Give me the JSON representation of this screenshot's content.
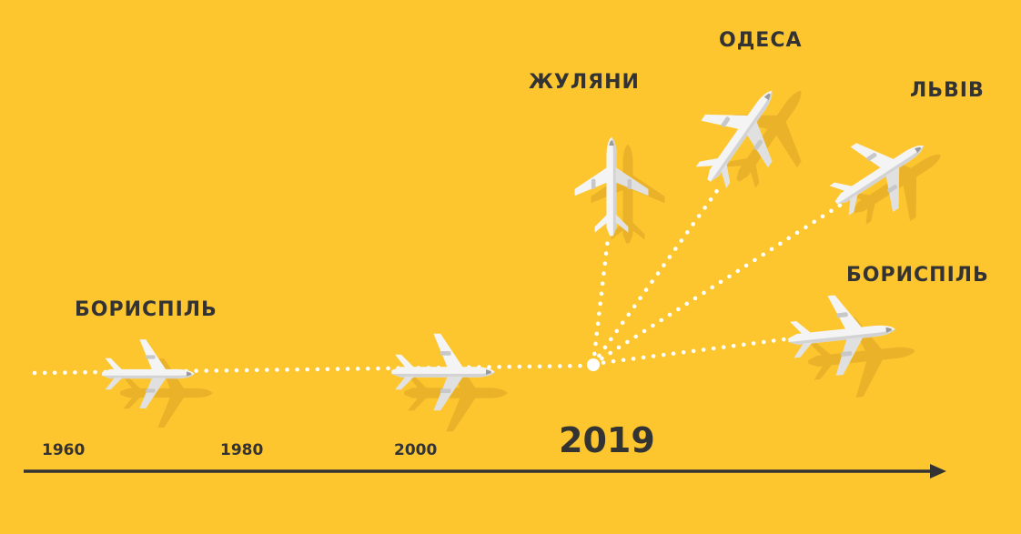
{
  "colors": {
    "background": "#FDC62F",
    "ink": "#333333",
    "plane_body": "#F4F4F4",
    "plane_shade": "#C8C8C8",
    "plane_shadow": "#E9B12A",
    "path_dots": "#FFFFFF"
  },
  "timeline": {
    "years": [
      "1960",
      "1980",
      "2000"
    ],
    "current_year": "2019"
  },
  "airports": {
    "boryspil_origin": "БОРИСПІЛЬ",
    "zhuliany": "ЖУЛЯНИ",
    "odesa": "ОДЕСА",
    "lviv": "ЛЬВІВ",
    "boryspil_new": "БОРИСПІЛЬ"
  },
  "icons": {
    "plane": "airplane-icon",
    "hub": "hub-dot-icon",
    "arrow": "timeline-arrow-icon"
  }
}
